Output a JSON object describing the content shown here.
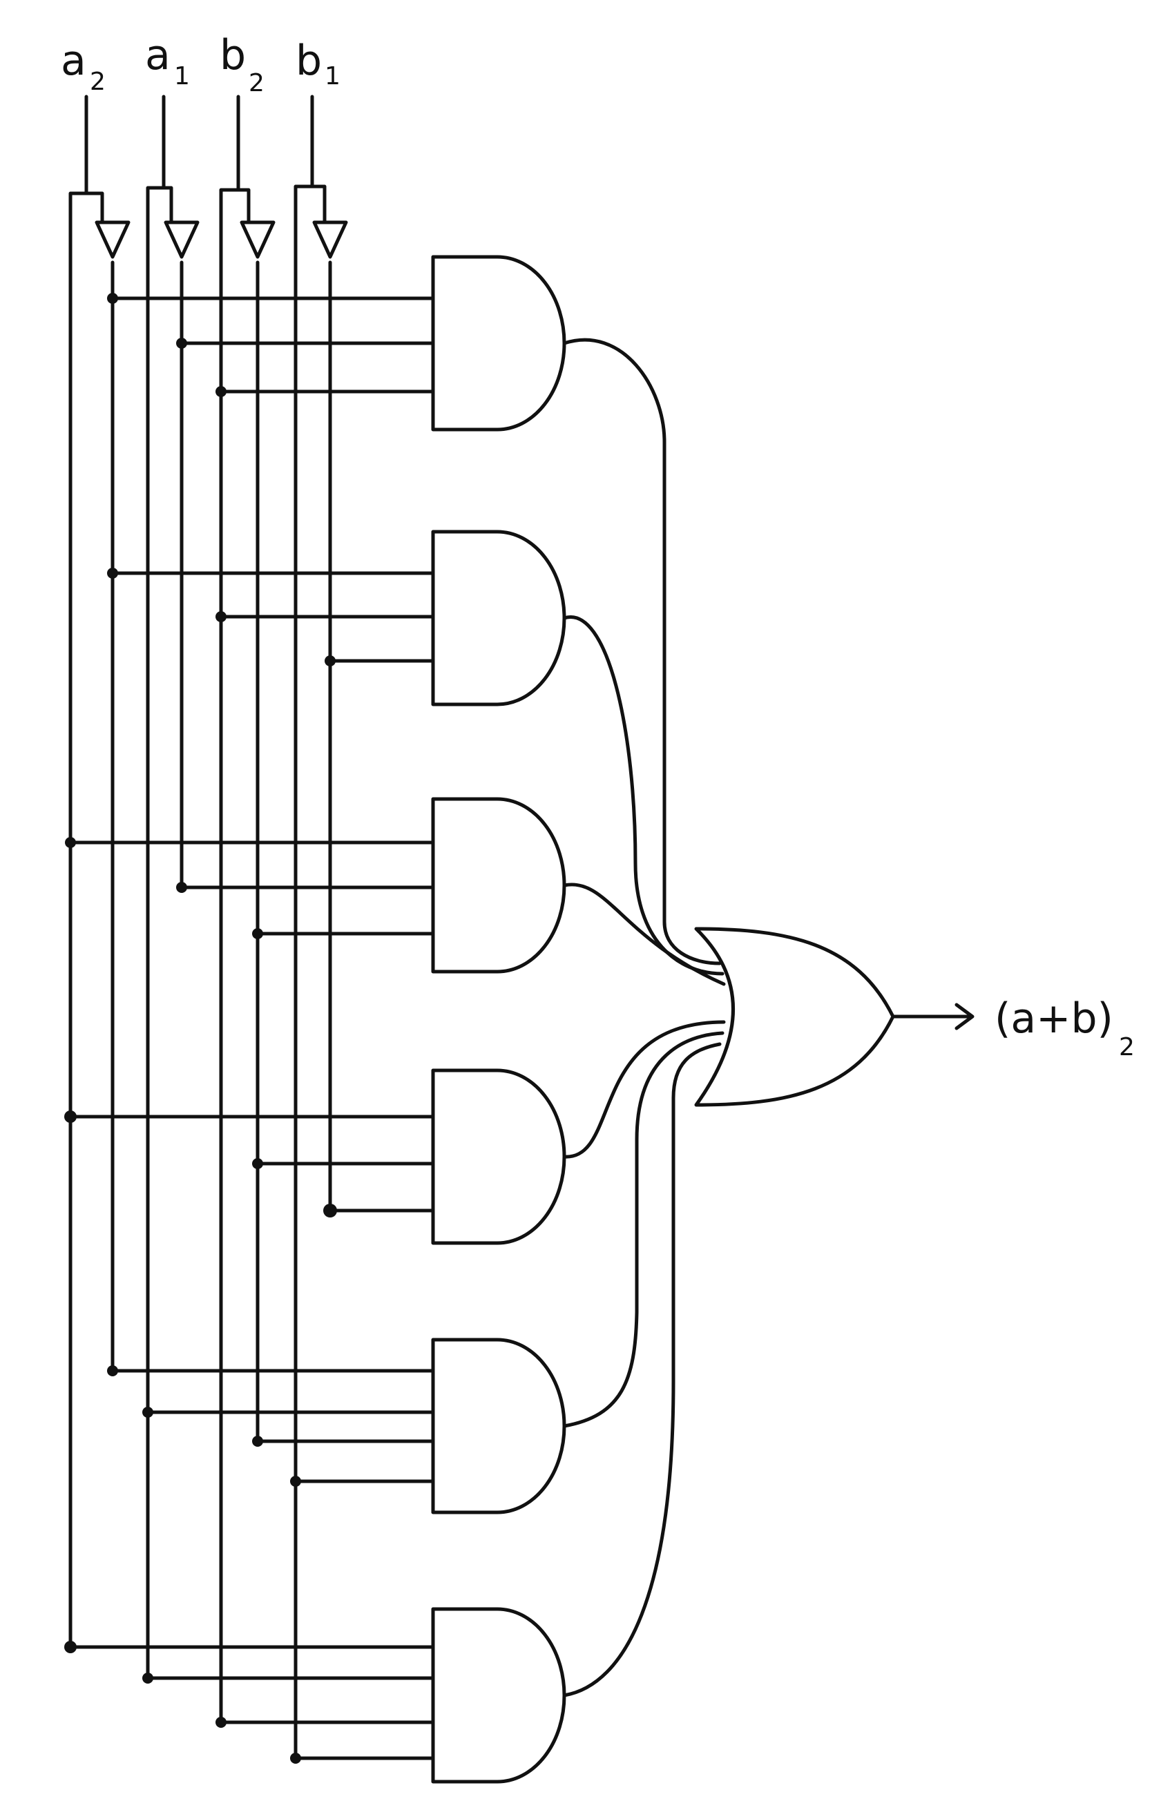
{
  "inputs": [
    {
      "var": "a",
      "sub": "2"
    },
    {
      "var": "a",
      "sub": "1"
    },
    {
      "var": "b",
      "sub": "2"
    },
    {
      "var": "b",
      "sub": "1"
    }
  ],
  "output": {
    "text": "(a+b)",
    "sub": "2"
  }
}
